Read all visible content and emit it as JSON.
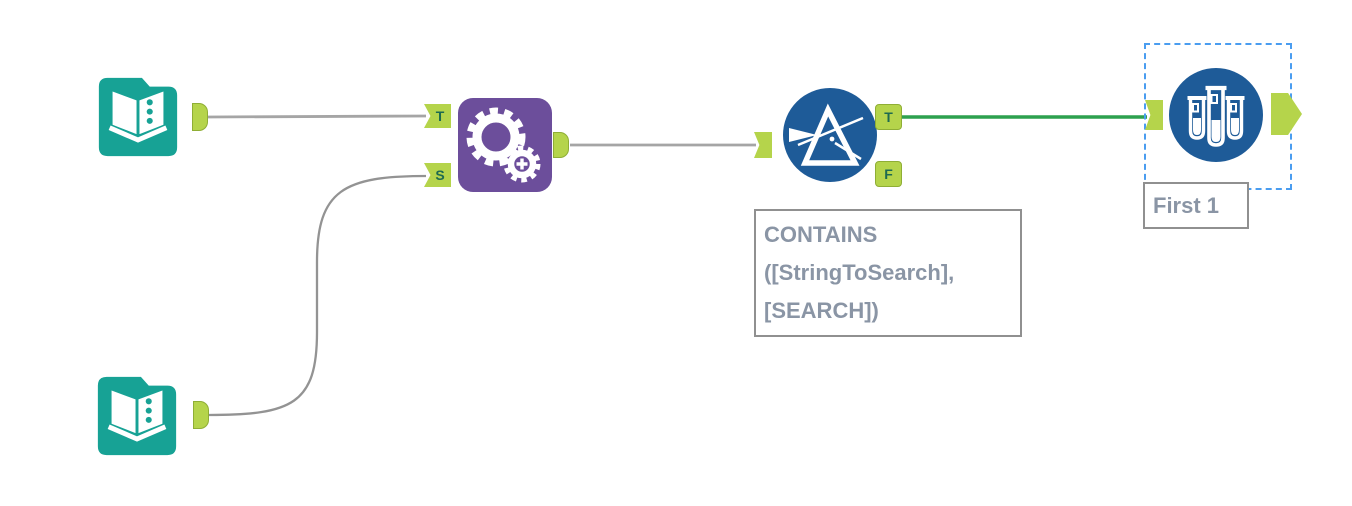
{
  "workflow": {
    "tools": [
      {
        "icon": "input-data-icon",
        "category": "in-out",
        "color": "#17A295"
      },
      {
        "icon": "input-data-icon",
        "category": "in-out",
        "color": "#17A295"
      },
      {
        "icon": "append-fields-gears-icon",
        "category": "join",
        "color": "#6C4E9B"
      },
      {
        "icon": "filter-funnel-icon",
        "category": "preparation",
        "color": "#1E5B98"
      },
      {
        "icon": "sample-test-tubes-icon",
        "category": "preparation",
        "color": "#1E5B98"
      }
    ],
    "anchors": {
      "append_target": "T",
      "append_source": "S",
      "filter_true": "T",
      "filter_false": "F"
    },
    "filter_annotation": {
      "lines": [
        "CONTAINS",
        "([StringToSearch],",
        "[SEARCH])"
      ]
    },
    "sample_annotation": "First 1",
    "colors": {
      "anchor_green": "#B5D44B",
      "anchor_border": "#8FAE35",
      "wire_gray": "#A5A5A5",
      "wire_green_selected": "#2DA14F",
      "selection_dashed_blue": "#4A9DF0",
      "annotation_text": "#8A95A5"
    }
  }
}
